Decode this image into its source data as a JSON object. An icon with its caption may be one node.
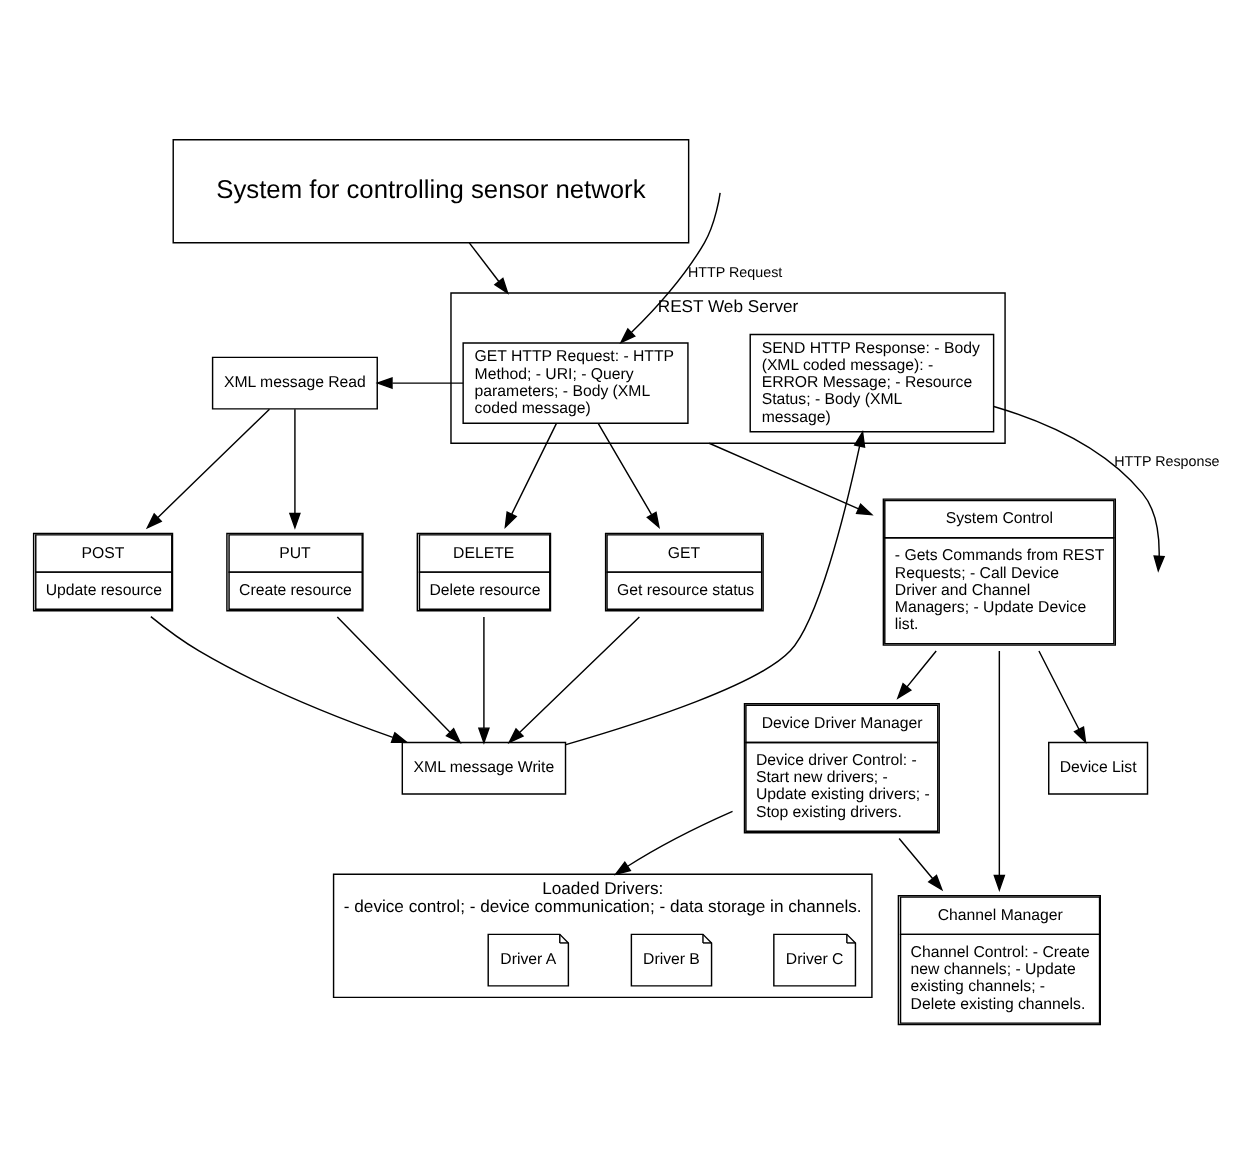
{
  "diagram": {
    "nodes": [
      {
        "text": [
          "System for controlling sensor network"
        ]
      },
      {
        "text": [
          "REST Web Server"
        ]
      },
      {
        "text": [
          "GET HTTP Request: - HTTP Method; - URI; - Query parameters; - Body (XML coded message)"
        ],
        "in": 1
      },
      {
        "text": [
          "SEND HTTP Response: - Body (XML coded message): - ERROR Message; - Resource Status; - Body (XML message)"
        ],
        "in": 1
      },
      {
        "text": [
          "System Control",
          "- Gets Commands from REST Requests; - Call Device Driver and Channel Managers; - Update Device list."
        ]
      },
      {
        "text": [
          "Device List"
        ]
      },
      {
        "text": [
          "Device Driver Manager",
          "Device driver Control: - Start new drivers; - Update existing drivers; - Stop existing drivers."
        ]
      },
      {
        "text": [
          "Channel Manager",
          "Channel Control: - Create new channels; - Update existing channels; - Delete existing channels."
        ]
      },
      {
        "text": [
          "XML message Read"
        ]
      },
      {
        "text": [
          "GET",
          "Get resource status"
        ]
      },
      {
        "text": [
          "PUT",
          "Create resource"
        ]
      },
      {
        "text": [
          "POST",
          "Update resource"
        ]
      },
      {
        "text": [
          "DELETE",
          "Delete resource"
        ]
      },
      {
        "text": [
          "XML message Write"
        ]
      },
      {
        "text": [
          "Loaded Drivers:",
          "- device control; - device communication; - data storage in channels."
        ]
      },
      {
        "text": [
          "Driver A"
        ],
        "in": 14
      },
      {
        "text": [
          "Driver B"
        ],
        "in": 14
      },
      {
        "text": [
          "Driver C"
        ],
        "in": 14
      }
    ],
    "edges": [
      {
        "from": 0,
        "to": 1,
        "arrow": "to"
      },
      {
        "from": null,
        "to": 2,
        "arrow": "to",
        "label": "HTTP Request"
      },
      {
        "from": 3,
        "to": null,
        "arrow": "to",
        "label": "HTTP Response"
      },
      {
        "from": 1,
        "to": 4,
        "arrow": "to"
      },
      {
        "from": 4,
        "to": 5,
        "arrow": "to"
      },
      {
        "from": 4,
        "to": 6,
        "arrow": "to"
      },
      {
        "from": 4,
        "to": 7,
        "arrow": "to"
      },
      {
        "from": 6,
        "to": 7,
        "arrow": "to"
      },
      {
        "from": 6,
        "to": 14,
        "arrow": "to"
      },
      {
        "from": 2,
        "to": 8,
        "arrow": "to"
      },
      {
        "from": 2,
        "to": 9,
        "arrow": "to"
      },
      {
        "from": 2,
        "to": 12,
        "arrow": "to"
      },
      {
        "from": 8,
        "to": 10,
        "arrow": "to"
      },
      {
        "from": 8,
        "to": 11,
        "arrow": "to"
      },
      {
        "from": 9,
        "to": 13,
        "arrow": "to"
      },
      {
        "from": 10,
        "to": 13,
        "arrow": "to"
      },
      {
        "from": 11,
        "to": 13,
        "arrow": "to"
      },
      {
        "from": 12,
        "to": 13,
        "arrow": "to"
      },
      {
        "from": 13,
        "to": 3,
        "arrow": "to"
      }
    ]
  }
}
